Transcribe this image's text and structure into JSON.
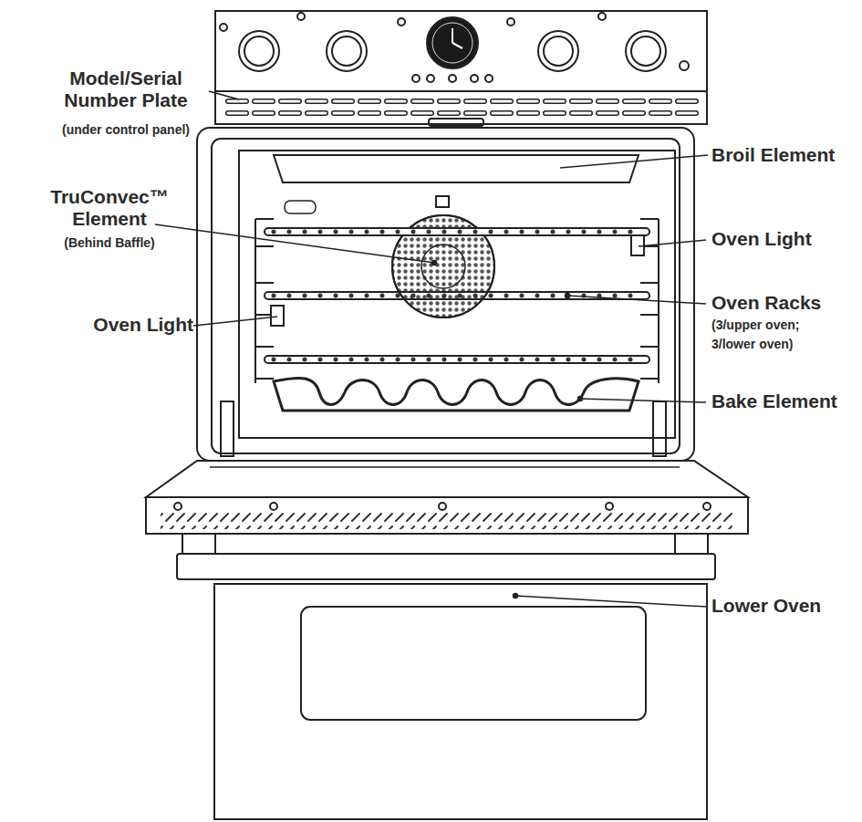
{
  "diagram": {
    "labels": [
      "Model/Serial Number Plate",
      "(under control panel)",
      "Broil Element",
      "TruConvec™ Element",
      "(Behind Baffle)",
      "Oven Light",
      "Oven Light",
      "Oven Racks",
      "(3/upper oven; 3/lower oven)",
      "Bake Element",
      "Lower Oven"
    ]
  }
}
